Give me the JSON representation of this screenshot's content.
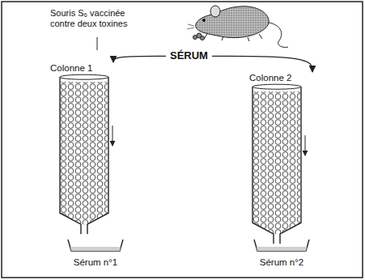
{
  "diagram": {
    "nodes": [
      {
        "text": [
          "SÉRUM"
        ]
      },
      {
        "text": [
          "Colonne 1"
        ]
      },
      {
        "text": [
          "Colonne 2"
        ]
      },
      {
        "text": [
          "Sérum n°1"
        ]
      },
      {
        "text": [
          "Sérum n°2"
        ]
      }
    ],
    "edges": [
      {
        "from": 0,
        "to": 1,
        "arrow": "to"
      },
      {
        "from": 0,
        "to": 2,
        "arrow": "to"
      }
    ],
    "labels": [
      "Souris S₆ vaccinée contre deux toxines"
    ]
  }
}
